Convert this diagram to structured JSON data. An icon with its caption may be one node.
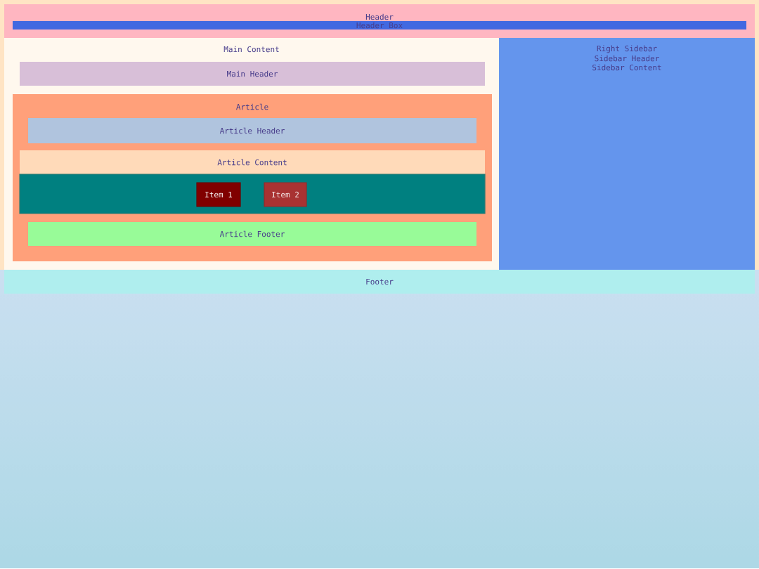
{
  "diagram": {
    "nodes": [
      {
        "text": [
          "Header"
        ]
      },
      {
        "text": [
          "Header Box"
        ],
        "in": 0
      },
      {
        "text": [
          "Main Content"
        ]
      },
      {
        "text": [
          "Main Header"
        ],
        "in": 2
      },
      {
        "text": [
          "Article"
        ],
        "in": 2
      },
      {
        "text": [
          "Article Header"
        ],
        "in": 4
      },
      {
        "text": [
          "Article Content"
        ],
        "in": 4
      },
      {
        "text": [],
        "shape": "box",
        "in": 4
      },
      {
        "text": [
          "Item 1"
        ],
        "in": 7
      },
      {
        "text": [
          "Item 2"
        ],
        "in": 7
      },
      {
        "text": [
          "Article Footer"
        ],
        "in": 4
      },
      {
        "text": [
          "Right Sidebar",
          "Sidebar Header",
          "Sidebar Content"
        ]
      },
      {
        "text": [
          "Footer"
        ]
      }
    ]
  }
}
